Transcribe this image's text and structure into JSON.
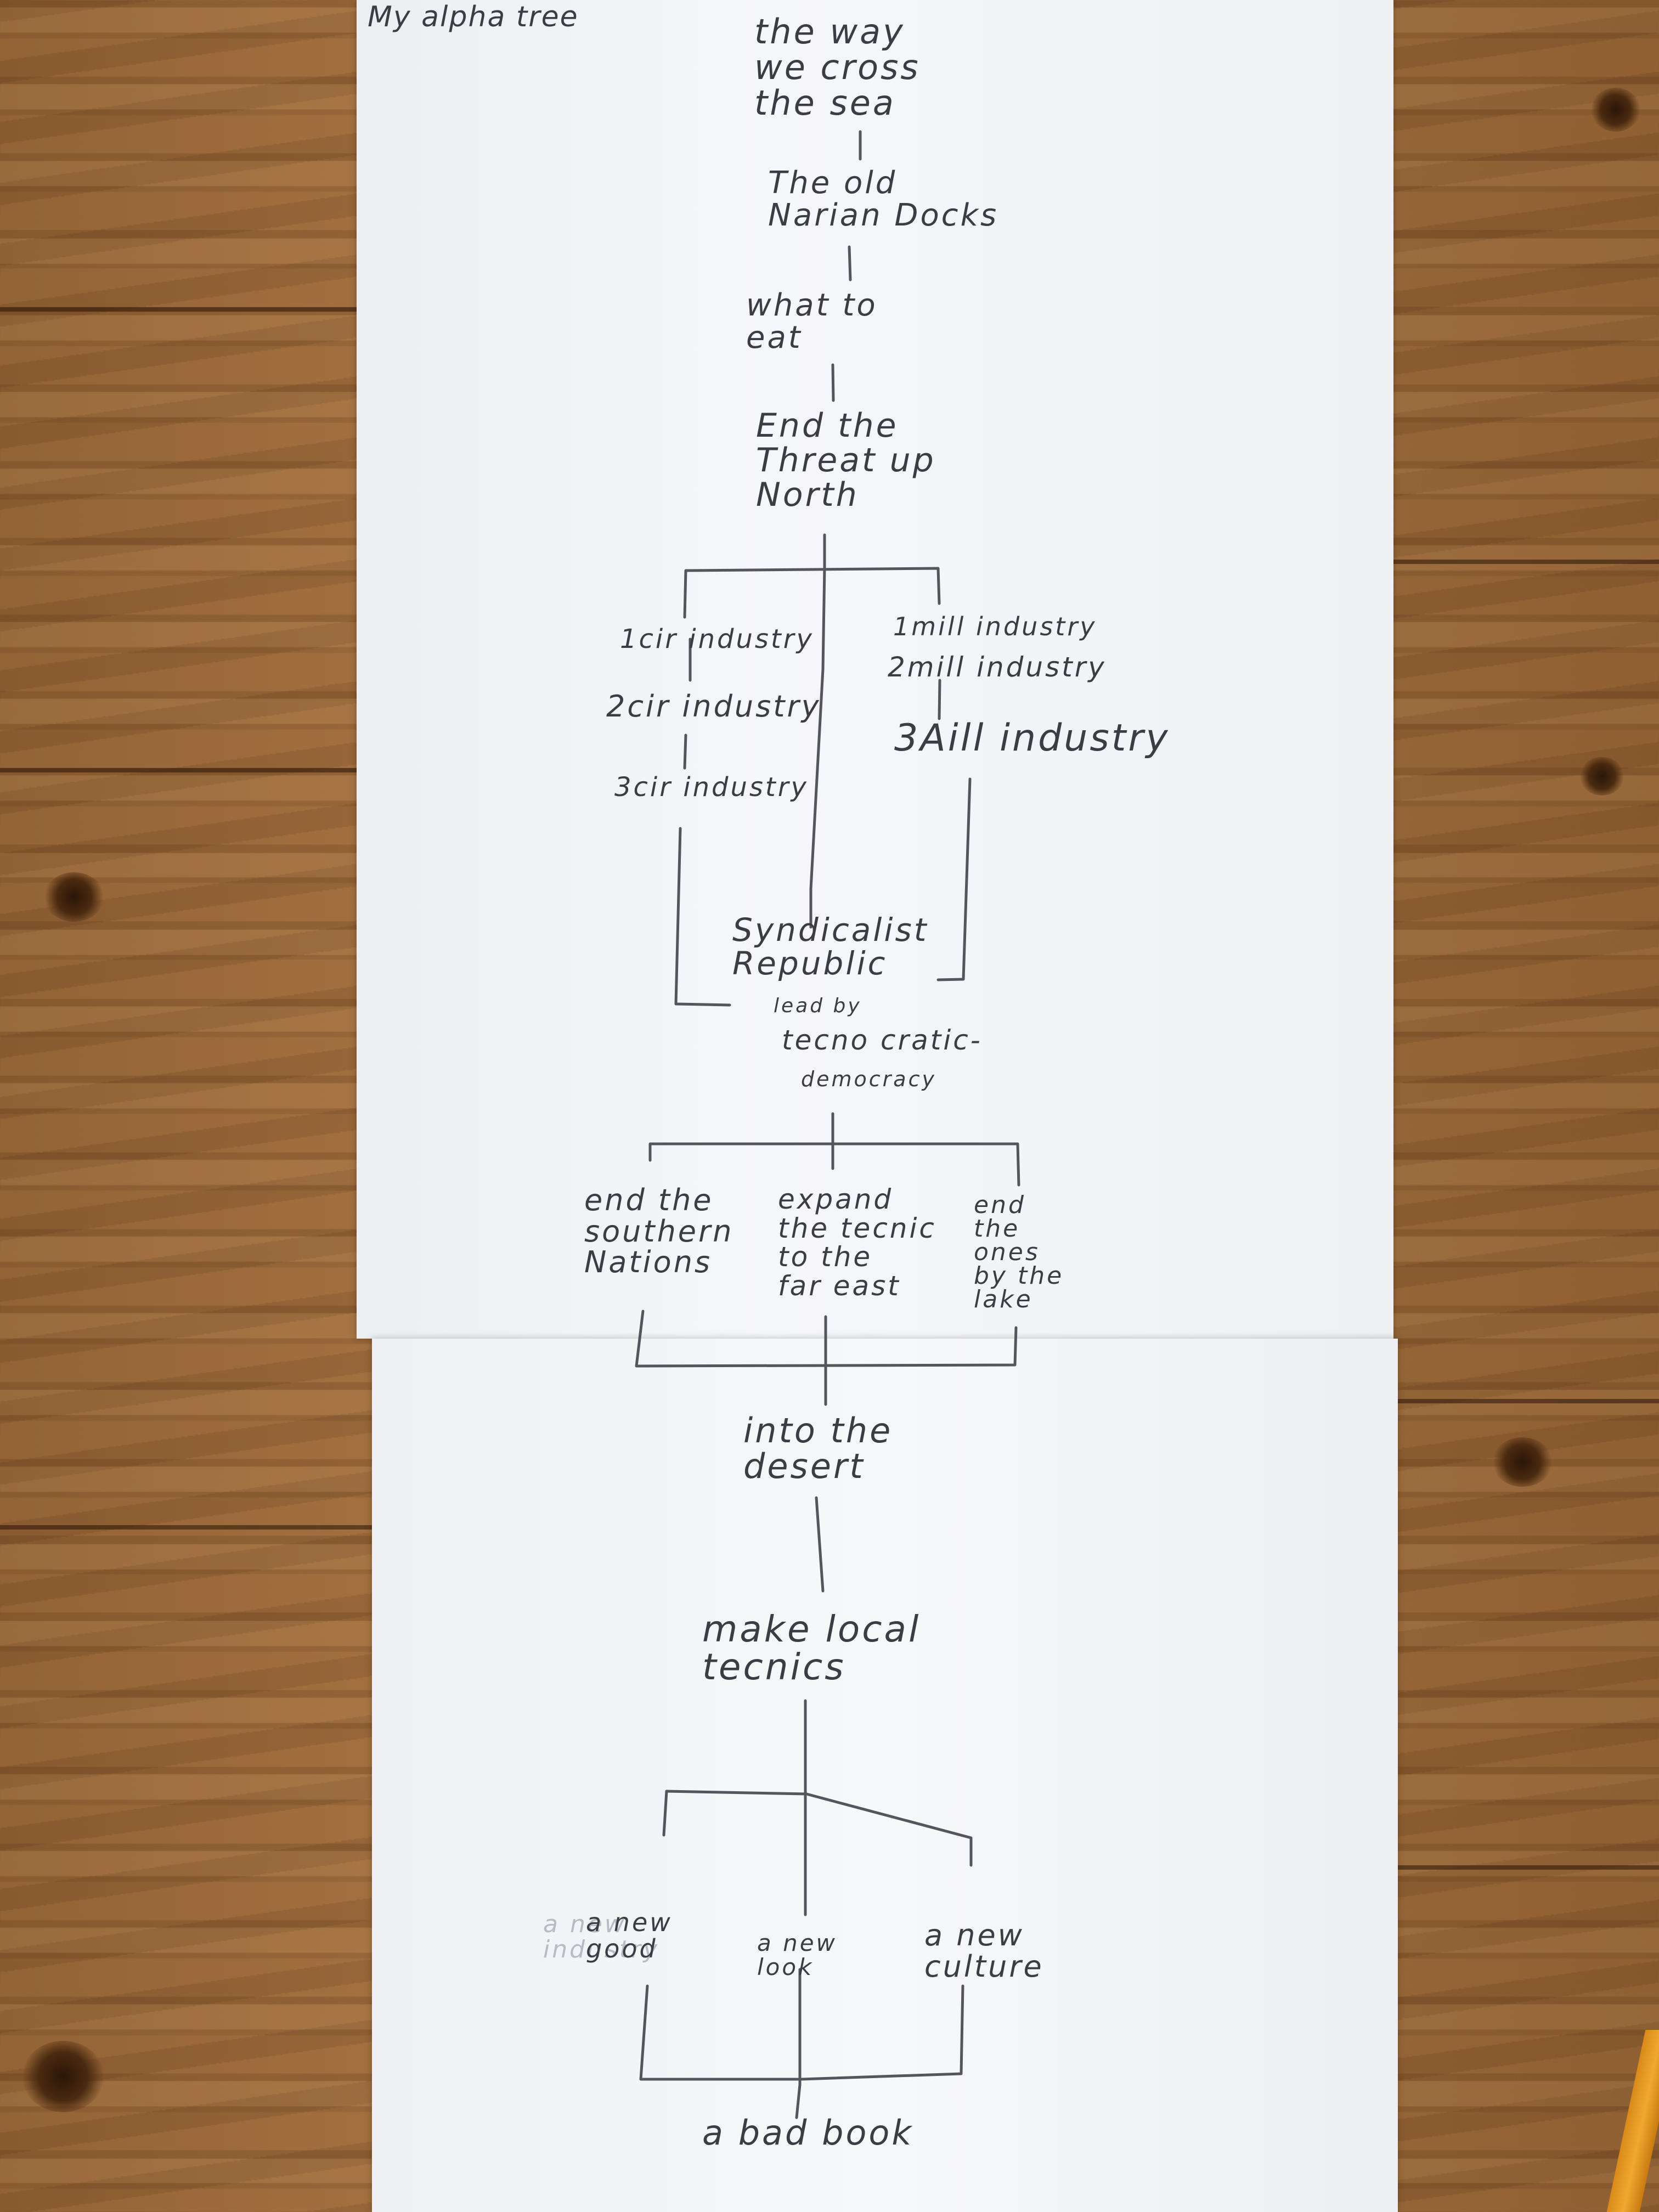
{
  "title": "My alpha tree",
  "nodes": {
    "crossing": "the way\nwe cross\nthe sea",
    "docks": "The old\nNarian Docks",
    "eat": "what to\neat",
    "threat": "End the\nThreat up\nNorth",
    "civ1": "1cir industry",
    "civ2": "2cir industry",
    "civ3": "3cir industry",
    "mil1": "1mill industry",
    "mil2": "2mill industry",
    "mil3": "3Aill industry",
    "syndicalist": "Syndicalist\nRepublic",
    "lead_by": "lead by",
    "technocratic": "tecno cratic-",
    "democracy": "democracy",
    "southern": "end the\nsouthern\nNations",
    "far_east": "expand\nthe tecnic\nto the\nfar east",
    "lake": "end\nthe\nones\nby the\nlake",
    "desert": "into the\ndesert",
    "local_tech": "make local\ntecnics",
    "new_good_faint": "a new\nindustry",
    "new_good": "a new\ngood",
    "new_look": "a new\nlook",
    "new_culture": "a new\nculture",
    "bad_book": "a bad book"
  },
  "colors": {
    "pencil": "#3c3c44",
    "faint": "#b8bac4",
    "paper": "#f4f5f8",
    "wood": "#9c6b3c"
  }
}
